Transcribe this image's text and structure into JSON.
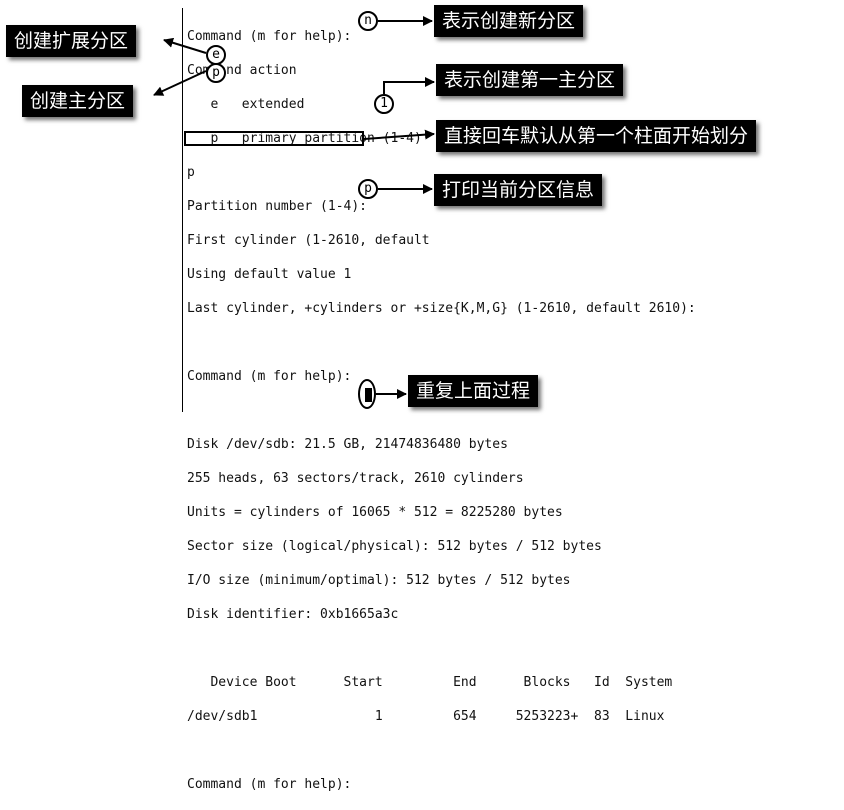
{
  "terminal": {
    "line_01": "Command (m for help):",
    "line_02": "Command action",
    "line_03": "   e   extended",
    "line_04": "   p   primary partition (1-4)",
    "line_05": "p",
    "line_06": "Partition number (1-4):",
    "line_07": "First cylinder (1-2610, default",
    "line_08": "Using default value 1",
    "line_09": "Last cylinder, +cylinders or +size{K,M,G} (1-2610, default 2610):",
    "line_11": "Command (m for help):",
    "line_13": "Disk /dev/sdb: 21.5 GB, 21474836480 bytes",
    "line_14": "255 heads, 63 sectors/track, 2610 cylinders",
    "line_15": "Units = cylinders of 16065 * 512 = 8225280 bytes",
    "line_16": "Sector size (logical/physical): 512 bytes / 512 bytes",
    "line_17": "I/O size (minimum/optimal): 512 bytes / 512 bytes",
    "line_18": "Disk identifier: 0xb1665a3c",
    "table_header": "   Device Boot      Start         End      Blocks   Id  System",
    "table_row": "/dev/sdb1               1         654     5253223+  83  Linux",
    "line_23": "Command (m for help):"
  },
  "inputs": {
    "n": "n",
    "e": "e",
    "p_option": "p",
    "partition_number": "1",
    "print": "p"
  },
  "callouts": {
    "create_new_partition": "表示创建新分区",
    "create_extended": "创建扩展分区",
    "create_primary": "创建主分区",
    "create_first_primary": "表示创建第一主分区",
    "default_start_cylinder": "直接回车默认从第一个柱面开始划分",
    "print_partition_info": "打印当前分区信息",
    "repeat_above": "重复上面过程"
  }
}
